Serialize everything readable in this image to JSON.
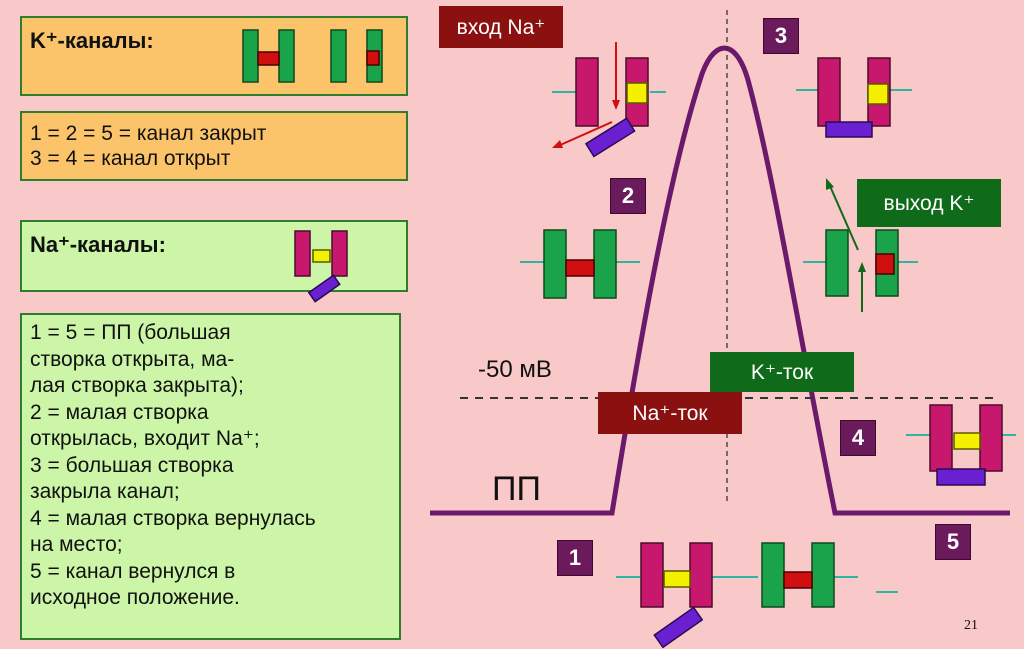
{
  "k_box": {
    "title": "K⁺-каналы:"
  },
  "k_legend": {
    "text": "1 = 2 = 5 = канал закрыт\n3 = 4 = канал открыт"
  },
  "na_box": {
    "title": "Na⁺-каналы:"
  },
  "na_legend": {
    "text": "1 = 5 = ПП (большая\nстворка открыта, ма-\nлая створка закрыта);\n2 = малая створка\nоткрылась, входит Na⁺;\n3 = большая створка\nзакрыла канал;\n4 = малая створка вернулась\nна место;\n5 = канал вернулся  в\nисходное положение."
  },
  "labels": {
    "na_in": "вход Na⁺",
    "k_out": "выход K⁺",
    "k_current": "K⁺-ток",
    "na_current": "Na⁺-ток",
    "threshold": "-50 мВ",
    "rest": "ПП",
    "page": "21"
  },
  "stages": [
    "1",
    "2",
    "3",
    "4",
    "5"
  ],
  "colors": {
    "background": "#f9c9c9",
    "curve": "#6b1a6b",
    "na_gate": "#c8186e",
    "k_gate": "#1aa34a",
    "inactivation_gate": "#6a1fd0",
    "blocker_red": "#d01010",
    "blocker_yellow": "#f5f000",
    "na_label": "#8b1010",
    "k_label": "#0f6b1a",
    "stage_badge": "#6b1a5c"
  }
}
